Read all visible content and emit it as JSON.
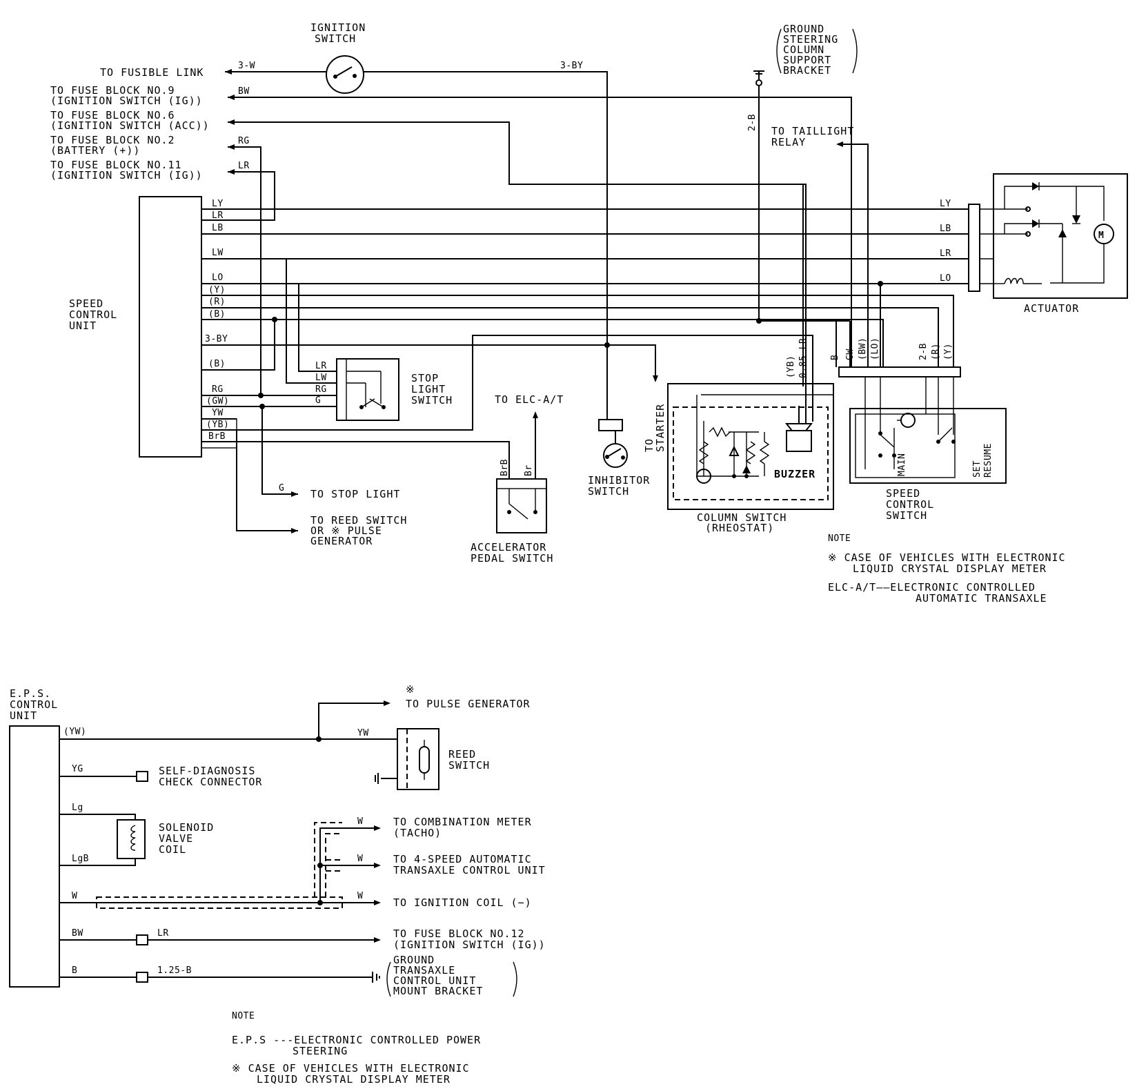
{
  "top": {
    "ignition_switch": [
      "IGNITION",
      "SWITCH"
    ],
    "to_fusible_link": "TO FUSIBLE LINK",
    "ground_bracket": [
      "GROUND",
      "STEERING",
      "COLUMN",
      "SUPPORT",
      "BRACKET"
    ],
    "fuse9": [
      "TO FUSE BLOCK NO.9",
      "(IGNITION SWITCH (IG))"
    ],
    "fuse6": [
      "TO FUSE BLOCK NO.6",
      "(IGNITION SWITCH (ACC))"
    ],
    "fuse2": [
      "TO FUSE BLOCK NO.2",
      "(BATTERY (+))"
    ],
    "fuse11": [
      "TO FUSE BLOCK NO.11",
      "(IGNITION SWITCH (IG))"
    ],
    "taillight": [
      "TO TAILLIGHT",
      "RELAY"
    ],
    "speed_control_unit": [
      "SPEED",
      "CONTROL",
      "UNIT"
    ],
    "actuator": "ACTUATOR",
    "stop_light_switch": [
      "STOP",
      "LIGHT",
      "SWITCH"
    ],
    "to_elc": "TO ELC-A/T",
    "to_starter": [
      "TO",
      "STARTER"
    ],
    "buzzer": "BUZZER",
    "inhibitor_switch": [
      "INHIBITOR",
      "SWITCH"
    ],
    "to_stop_light": "TO STOP LIGHT",
    "to_reed_switch": [
      "TO REED SWITCH",
      "OR ※ PULSE",
      "GENERATOR"
    ],
    "accel_pedal_switch": [
      "ACCELERATOR",
      "PEDAL SWITCH"
    ],
    "column_switch": [
      "COLUMN SWITCH",
      "(RHEOSTAT)"
    ],
    "speed_control_switch": [
      "SPEED",
      "CONTROL",
      "SWITCH"
    ],
    "main": "MAIN",
    "set_resume": [
      "SET",
      "RESUME"
    ],
    "note_title": "NOTE",
    "note_1": [
      "※  CASE OF VEHICLES WITH ELECTRONIC",
      "LIQUID CRYSTAL DISPLAY METER"
    ],
    "note_2": [
      "ELC-A/T——ELECTRONIC CONTROLLED",
      "AUTOMATIC TRANSAXLE"
    ],
    "wire_labels": {
      "w3w": "3-W",
      "w3by_top": "3-BY",
      "bw_top": "BW",
      "rg_top": "RG",
      "lr_top": "LR",
      "ly": "LY",
      "lr": "LR",
      "lb": "LB",
      "lw": "LW",
      "lo": "LO",
      "y_p": "(Y)",
      "r_p": "(R)",
      "b_p": "(B)",
      "w3by": "3-BY",
      "b_p2": "(B)",
      "rg": "RG",
      "gw_p": "(GW)",
      "yw": "YW",
      "yb_p": "(YB)",
      "brb": "BrB",
      "g_stop": "G",
      "sls_lr": "LR",
      "sls_lw": "LW",
      "sls_rg": "RG",
      "sls_g": "G",
      "act_ly": "LY",
      "act_lb": "LB",
      "act_lr": "LR",
      "act_lo": "LO",
      "w2b": "2-B",
      "yb_v": "(YB)",
      "lr085": "0.85-LR",
      "scs_b": "B",
      "scs_gw": "GW",
      "scs_bw": "(BW)",
      "scs_lo": "(LO)",
      "scs_2b": "2-B",
      "scs_r": "(R)",
      "scs_y": "(Y)",
      "brb_v": "BrB",
      "br_v": "Br"
    }
  },
  "bottom": {
    "eps_unit": [
      "E.P.S.",
      "CONTROL",
      "UNIT"
    ],
    "to_pulse_gen": "TO PULSE GENERATOR",
    "pulse_mark": "※",
    "reed_switch": [
      "REED",
      "SWITCH"
    ],
    "self_diag": [
      "SELF-DIAGNOSIS",
      "CHECK CONNECTOR"
    ],
    "solenoid": [
      "SOLENOID",
      "VALVE",
      "COIL"
    ],
    "to_comb_meter": [
      "TO COMBINATION METER",
      "(TACHO)"
    ],
    "to_4speed": [
      "TO 4-SPEED AUTOMATIC",
      "TRANSAXLE CONTROL UNIT"
    ],
    "to_ign_coil": "TO IGNITION COIL (−)",
    "to_fuse12": [
      "TO FUSE BLOCK NO.12",
      "(IGNITION SWITCH (IG))"
    ],
    "ground_mount": [
      "GROUND",
      "TRANSAXLE",
      "CONTROL UNIT",
      "MOUNT BRACKET"
    ],
    "note_title": "NOTE",
    "note_1": [
      "E.P.S ---ELECTRONIC CONTROLLED POWER",
      "STEERING"
    ],
    "note_2": [
      "※  CASE OF VEHICLES WITH ELECTRONIC",
      "LIQUID CRYSTAL DISPLAY METER"
    ],
    "wire_labels": {
      "yw_p": "(YW)",
      "yw": "YW",
      "yg": "YG",
      "lg": "Lg",
      "lgb": "LgB",
      "w": "W",
      "w1": "W",
      "w2": "W",
      "w3": "W",
      "bw": "BW",
      "lr": "LR",
      "b": "B",
      "b125": "1.25-B"
    }
  }
}
